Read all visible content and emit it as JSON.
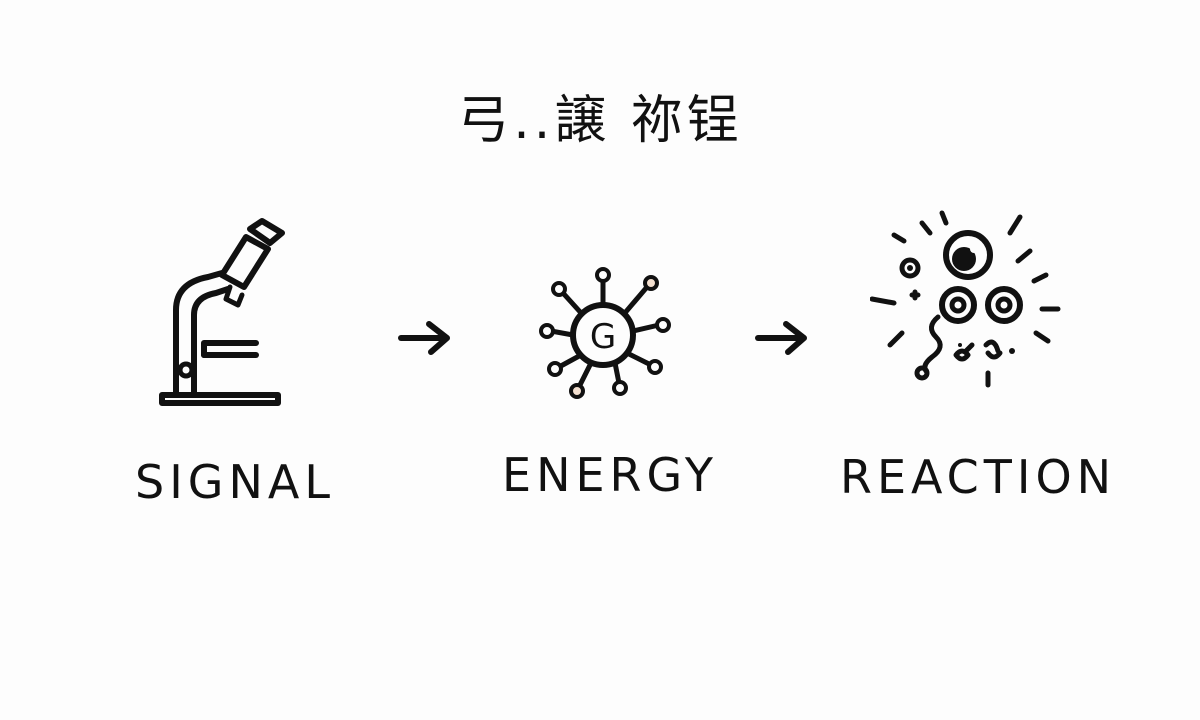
{
  "diagram": {
    "title": "弓..譲 祢锃",
    "steps": [
      {
        "label": "SIGNAL",
        "icon": "microscope-icon"
      },
      {
        "label": "ENERGY",
        "icon": "g-molecule-icon"
      },
      {
        "label": "REACTION",
        "icon": "particle-burst-icon"
      }
    ],
    "connectors": [
      "arrow-right-icon",
      "arrow-right-icon"
    ],
    "colors": {
      "ink": "#111111",
      "background": "#fdfdfd",
      "node_accent": "#f4e0d0"
    }
  }
}
